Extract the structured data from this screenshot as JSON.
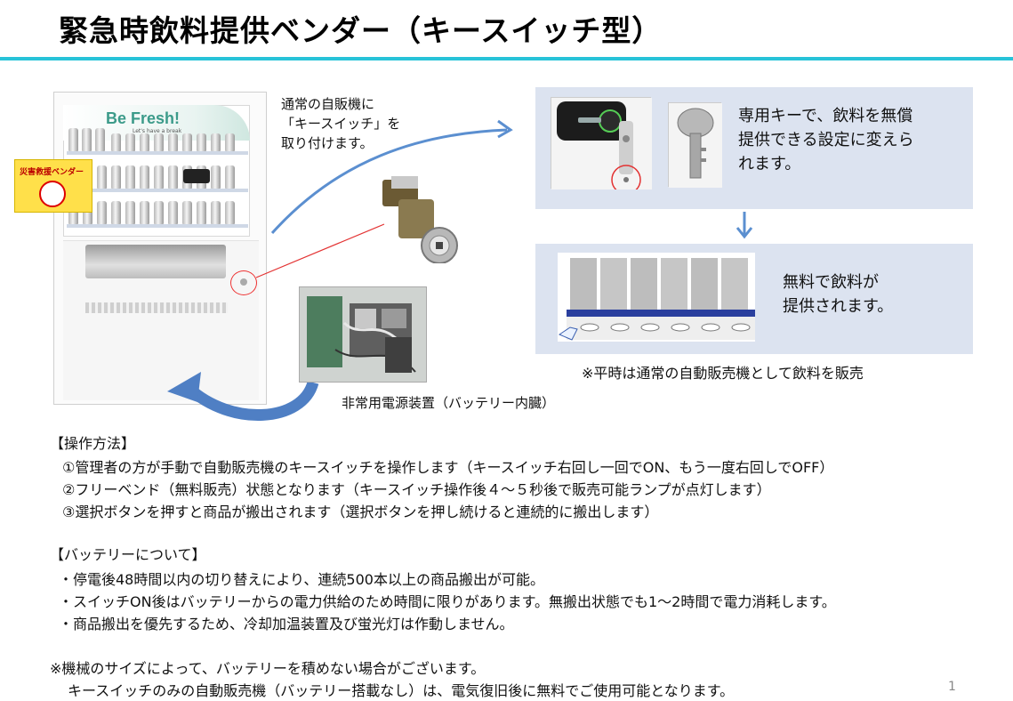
{
  "title": "緊急時飲料提供ベンダー（キースイッチ型）",
  "vending_machine": {
    "brand": "Be Fresh!",
    "tagline": "Let's have a break",
    "poster_text": "災害救援ベンダー"
  },
  "annotation_keyswitch": {
    "line1": "通常の自販機に",
    "line2": "「キースイッチ」を",
    "line3": "取り付けます。"
  },
  "battery_label": "非常用電源装置（バッテリー内臓）",
  "box1": {
    "line1": "専用キーで、飲料を無償",
    "line2": "提供できる設定に変えら",
    "line3": "れます。"
  },
  "box2": {
    "line1": "無料で飲料が",
    "line2": "提供されます。"
  },
  "note_normal": "※平時は通常の自動販売機として飲料を販売",
  "operation": {
    "heading": "【操作方法】",
    "items": [
      "①管理者の方が手動で自動販売機のキースイッチを操作します（キースイッチ右回し一回でON、もう一度右回しでOFF）",
      "②フリーベンド（無料販売）状態となります（キースイッチ操作後４～５秒後で販売可能ランプが点灯します）",
      "③選択ボタンを押すと商品が搬出されます（選択ボタンを押し続けると連続的に搬出します）"
    ]
  },
  "battery": {
    "heading": "【バッテリーについて】",
    "items": [
      "・停電後48時間以内の切り替えにより、連続500本以上の商品搬出が可能。",
      "・スイッチON後はバッテリーからの電力供給のため時間に限りがあります。無搬出状態でも1～2時間で電力消耗します。",
      "・商品搬出を優先するため、冷却加温装置及び蛍光灯は作動しません。"
    ]
  },
  "footnote": {
    "line1": "※機械のサイズによって、バッテリーを積めない場合がございます。",
    "line2": "キースイッチのみの自動販売機（バッテリー搭載なし）は、電気復旧後に無料でご使用可能となります。"
  },
  "page_number": "1",
  "colors": {
    "title_rule": "#27c3d8",
    "box_bg": "#dce3f0",
    "arrow_blue": "#5b8fd0",
    "highlight_red": "#e33333"
  }
}
